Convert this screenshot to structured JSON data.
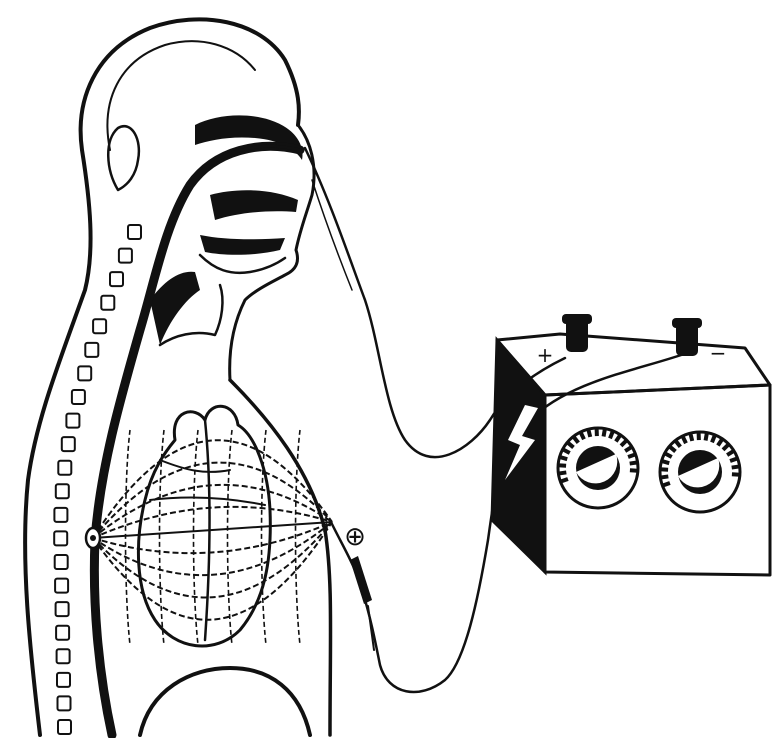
{
  "figure": {
    "subject": "transesophageal-pacing-illustration",
    "stroke_color": "#111111",
    "fill_color": "#ffffff",
    "labels": {
      "positive_electrode": "⊕",
      "battery_plus": "+",
      "battery_minus": "−"
    },
    "vertebrae_count": 22,
    "dial_count": 2
  }
}
